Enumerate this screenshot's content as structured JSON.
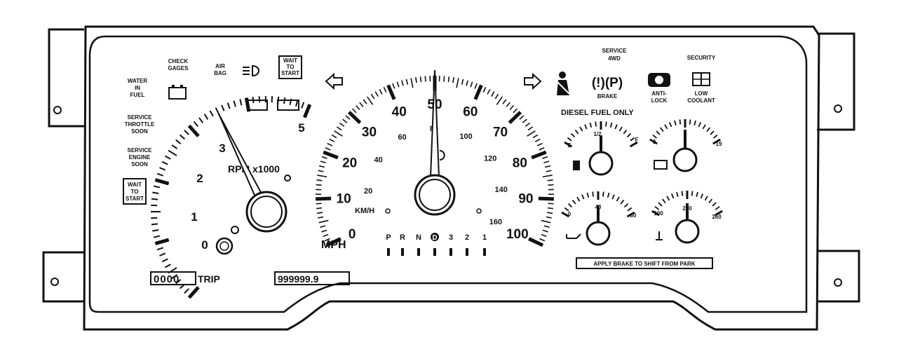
{
  "warnings_left": {
    "water_in_fuel": [
      "WATER",
      "IN",
      "FUEL"
    ],
    "check_gages": [
      "CHECK",
      "GAGES"
    ],
    "air_bag": [
      "AIR",
      "BAG"
    ],
    "wait_to_start_top": [
      "WAIT",
      "TO",
      "START"
    ],
    "service_throttle_soon": [
      "SERVICE",
      "THROTTLE",
      "SOON"
    ],
    "service_engine_soon": [
      "SERVICE",
      "ENGINE",
      "SOON"
    ],
    "wait_to_start_left": [
      "WAIT",
      "TO",
      "START"
    ]
  },
  "tachometer": {
    "label": "RPM x1000",
    "numbers": [
      "0",
      "1",
      "2",
      "3",
      "5"
    ],
    "needle_rpm_x1000": 3.5
  },
  "speedometer": {
    "mph_numbers": [
      "0",
      "10",
      "20",
      "30",
      "40",
      "50",
      "60",
      "70",
      "80",
      "90",
      "100"
    ],
    "kmh_numbers": [
      "20",
      "40",
      "60",
      "80",
      "100",
      "120",
      "140",
      "160"
    ],
    "kmh_label": "KM/H",
    "mph_label": "MPH",
    "needle_mph": 50
  },
  "gear_indicator": [
    "P",
    "R",
    "N",
    "D",
    "3",
    "2",
    "1"
  ],
  "right_indicators": {
    "service_4wd": [
      "SERVICE",
      "4WD"
    ],
    "brake": "BRAKE",
    "brake_symbol": "(!)(P)",
    "anti_lock": [
      "ANTI-",
      "LOCK"
    ],
    "security": "SECURITY",
    "low_coolant": [
      "LOW",
      "COOLANT"
    ]
  },
  "gauges": {
    "header": "DIESEL FUEL ONLY",
    "fuel": {
      "min": "E",
      "mid": "1/2",
      "max": "F"
    },
    "voltage": {
      "min": "9",
      "max": "19"
    },
    "oil": {
      "min": "0",
      "mid": "40",
      "max": "80"
    },
    "temp": {
      "min": "100",
      "mid": "210",
      "max": "260"
    }
  },
  "apply_brake_notice": "APPLY BRAKE TO SHIFT FROM PARK",
  "odometer": {
    "trip_digits": "0000",
    "trip_label": "TRIP",
    "total_digits": "999999.9"
  },
  "icons": [
    "turn-left-arrow-icon",
    "turn-right-arrow-icon",
    "seatbelt-icon",
    "battery-icon",
    "headlight-high-beam-icon",
    "oil-can-icon",
    "temperature-icon",
    "fuel-pump-icon",
    "abs-icon",
    "coolant-icon"
  ]
}
